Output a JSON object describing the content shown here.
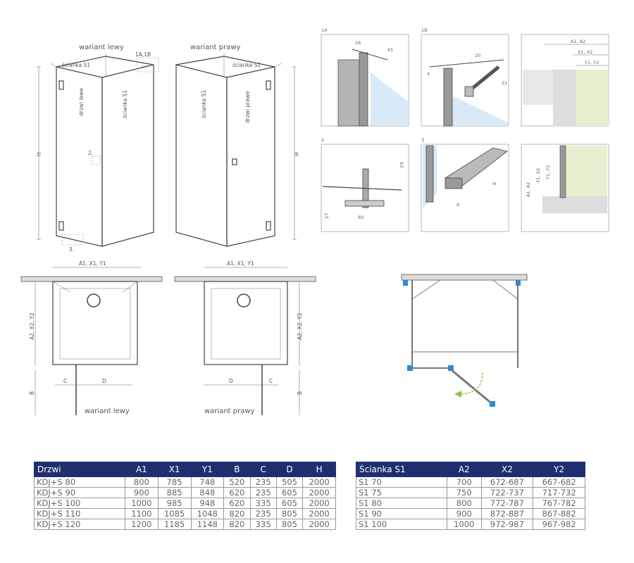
{
  "drawing": {
    "variant_left": "wariant lewy",
    "variant_right": "wariant prawy",
    "scianka_s1": "ścianka S1",
    "scianka_s1_vertical": "ścianka S1",
    "door_left": "drzwi lewe",
    "door_right": "drzwi prawe",
    "callout_1a1b": "1A,1B",
    "callout_2": "2.",
    "callout_3": "3.",
    "h_label": "H",
    "detail_1a": {
      "id": "1A",
      "d1": "26",
      "d2": "45"
    },
    "detail_1b": {
      "id": "1B",
      "d1": "20",
      "d2": "4",
      "d3": "22"
    },
    "detail_2": {
      "id": "2",
      "d1": "63",
      "d2": "27",
      "d3": "60"
    },
    "detail_3": {
      "id": "3",
      "d1": "8",
      "d2": "8"
    },
    "detail_a": {
      "a": "A1, A2",
      "x": "X1, X2",
      "y": "Y1, Y2"
    },
    "detail_b": {
      "a": "A1, A2",
      "x": "X1, X2",
      "y": "Y1, Y2"
    },
    "plan_top_dim": "A1, X1, Y1",
    "plan_side_dim": "A2, X2, Y2",
    "plan_b": "B",
    "plan_c": "C",
    "plan_d": "D"
  },
  "tables": {
    "drzwi": {
      "headers": [
        "Drzwi",
        "A1",
        "X1",
        "Y1",
        "B",
        "C",
        "D",
        "H"
      ],
      "rows": [
        [
          "KDJ+S 80",
          "800",
          "785",
          "748",
          "520",
          "235",
          "505",
          "2000"
        ],
        [
          "KDJ+S 90",
          "900",
          "885",
          "848",
          "620",
          "235",
          "605",
          "2000"
        ],
        [
          "KDJ+S 100",
          "1000",
          "985",
          "948",
          "620",
          "335",
          "605",
          "2000"
        ],
        [
          "KDJ+S 110",
          "1100",
          "1085",
          "1048",
          "820",
          "235",
          "805",
          "2000"
        ],
        [
          "KDJ+S 120",
          "1200",
          "1185",
          "1148",
          "820",
          "335",
          "805",
          "2000"
        ]
      ]
    },
    "scianka": {
      "headers": [
        "Ścianka S1",
        "A2",
        "X2",
        "Y2"
      ],
      "rows": [
        [
          "S1 70",
          "700",
          "672-687",
          "667-682"
        ],
        [
          "S1 75",
          "750",
          "722-737",
          "717-732"
        ],
        [
          "S1 80",
          "800",
          "772-787",
          "767-782"
        ],
        [
          "S1 90",
          "900",
          "872-887",
          "867-882"
        ],
        [
          "S1 100",
          "1000",
          "972-987",
          "967-982"
        ]
      ]
    }
  },
  "colors": {
    "header_bg": "#1f2f6e",
    "glass": "#cfe3f5",
    "panel_green": "#e6efcf",
    "accent_blue": "#2a8ad4",
    "arrow_green": "#8cc63f"
  }
}
